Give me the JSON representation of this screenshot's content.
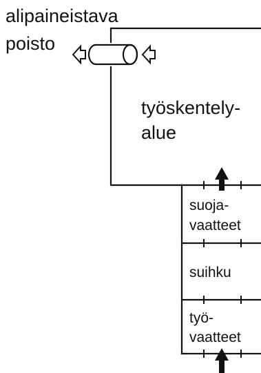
{
  "labels": {
    "exhaust_line1": "alipaineistava",
    "exhaust_line2": "poisto",
    "workspace_line1": "työskentely-",
    "workspace_line2": "alue",
    "protective_line1": "suoja-",
    "protective_line2": "vaatteet",
    "shower": "suihku",
    "work_line1": "työ-",
    "work_line2": "vaatteet"
  },
  "colors": {
    "line": "#111111",
    "background": "#ffffff"
  },
  "icons": [
    "exhaust-pipe-icon",
    "outlet-arrow-left-icon",
    "inlet-arrow-left-icon",
    "entry-arrow-up-icon"
  ]
}
